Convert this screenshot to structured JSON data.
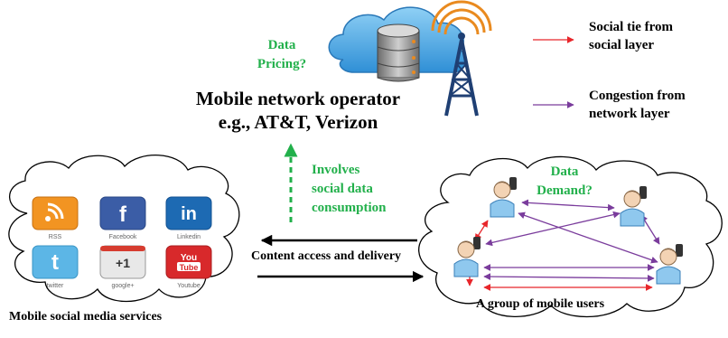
{
  "operator": {
    "title_line1": "Mobile network operator",
    "title_line2": "e.g., AT&T, Verizon",
    "pricing_line1": "Data",
    "pricing_line2": "Pricing?"
  },
  "legend": {
    "social_line1": "Social tie from",
    "social_line2": "social layer",
    "congestion_line1": "Congestion from",
    "congestion_line2": "network layer"
  },
  "flow": {
    "involves_line1": "Involves",
    "involves_line2": "social data",
    "involves_line3": "consumption",
    "content_label": "Content access and delivery"
  },
  "users": {
    "demand_line1": "Data",
    "demand_line2": "Demand?",
    "caption": "A group of mobile users"
  },
  "media": {
    "caption": "Mobile social media services",
    "icons": [
      "RSS",
      "Facebook",
      "Linkedin",
      "twitter",
      "google+",
      "Youtube"
    ]
  },
  "colors": {
    "social_tie": "#e8262b",
    "congestion": "#7a3c9c",
    "green_text": "#22b04b"
  }
}
